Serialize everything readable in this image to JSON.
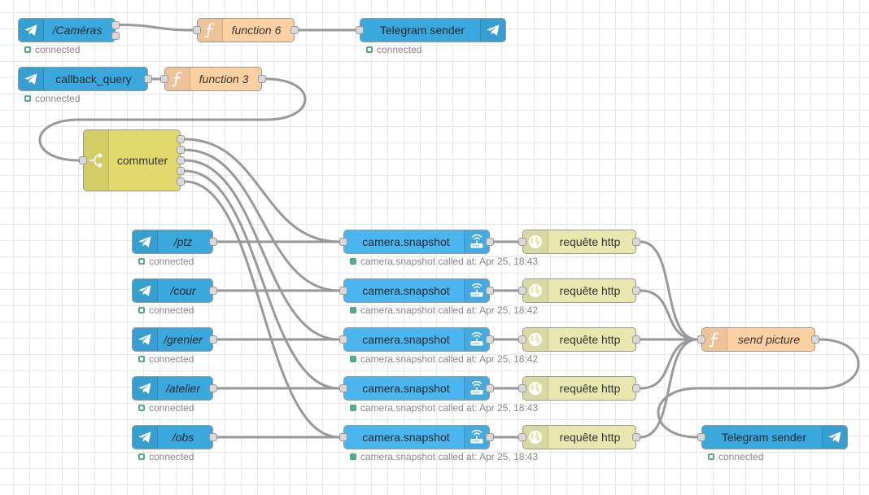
{
  "canvas": {
    "background": "#ffffff",
    "grid_color": "#e9e9e9"
  },
  "colors": {
    "telegram": "#3aa8dd",
    "function": "#fdd0a2",
    "switch": "#e2d96e",
    "camera": "#4ab5ee",
    "http": "#e7e7ae",
    "wire": "#999999",
    "status": "#55aa88"
  },
  "nodes": [
    {
      "id": "cameras",
      "type": "telegram-in",
      "label": "/Caméras",
      "italic": true,
      "icon": "telegram-icon",
      "status": "connected",
      "status_style": "ring"
    },
    {
      "id": "fn6",
      "type": "function",
      "label": "function 6",
      "italic": true,
      "icon": "function-icon"
    },
    {
      "id": "tgsend1",
      "type": "telegram-out",
      "label": "Telegram sender",
      "italic": false,
      "icon": "telegram-icon",
      "status": "connected",
      "status_style": "ring"
    },
    {
      "id": "callback",
      "type": "telegram-in",
      "label": "callback_query",
      "italic": false,
      "icon": "telegram-icon",
      "status": "connected",
      "status_style": "ring"
    },
    {
      "id": "fn3",
      "type": "function",
      "label": "function 3",
      "italic": true,
      "icon": "function-icon"
    },
    {
      "id": "commuter",
      "type": "switch",
      "label": "commuter",
      "italic": false,
      "icon": "switch-icon"
    },
    {
      "id": "ptz",
      "type": "telegram-in",
      "label": "/ptz",
      "italic": true,
      "icon": "telegram-icon",
      "status": "connected",
      "status_style": "ring"
    },
    {
      "id": "cour",
      "type": "telegram-in",
      "label": "/cour",
      "italic": true,
      "icon": "telegram-icon",
      "status": "connected",
      "status_style": "ring"
    },
    {
      "id": "grenier",
      "type": "telegram-in",
      "label": "/grenier",
      "italic": true,
      "icon": "telegram-icon",
      "status": "connected",
      "status_style": "ring"
    },
    {
      "id": "atelier",
      "type": "telegram-in",
      "label": "/atelier",
      "italic": true,
      "icon": "telegram-icon",
      "status": "connected",
      "status_style": "ring"
    },
    {
      "id": "obs",
      "type": "telegram-in",
      "label": "/obs",
      "italic": true,
      "icon": "telegram-icon",
      "status": "connected",
      "status_style": "ring"
    },
    {
      "id": "cam1",
      "type": "camera",
      "label": "camera.snapshot",
      "italic": false,
      "icon": "router-icon",
      "status": "camera.snapshot called at: Apr 25, 18:43",
      "status_style": "fill"
    },
    {
      "id": "cam2",
      "type": "camera",
      "label": "camera.snapshot",
      "italic": false,
      "icon": "router-icon",
      "status": "camera.snapshot called at: Apr 25, 18:42",
      "status_style": "fill"
    },
    {
      "id": "cam3",
      "type": "camera",
      "label": "camera.snapshot",
      "italic": false,
      "icon": "router-icon",
      "status": "camera.snapshot called at: Apr 25, 18:42",
      "status_style": "fill"
    },
    {
      "id": "cam4",
      "type": "camera",
      "label": "camera.snapshot",
      "italic": false,
      "icon": "router-icon",
      "status": "camera.snapshot called at: Apr 25, 18:43",
      "status_style": "fill"
    },
    {
      "id": "cam5",
      "type": "camera",
      "label": "camera.snapshot",
      "italic": false,
      "icon": "router-icon",
      "status": "camera.snapshot called at: Apr 25, 18:43",
      "status_style": "fill"
    },
    {
      "id": "http1",
      "type": "http",
      "label": "requête http",
      "italic": false,
      "icon": "globe-icon"
    },
    {
      "id": "http2",
      "type": "http",
      "label": "requête http",
      "italic": false,
      "icon": "globe-icon"
    },
    {
      "id": "http3",
      "type": "http",
      "label": "requête http",
      "italic": false,
      "icon": "globe-icon"
    },
    {
      "id": "http4",
      "type": "http",
      "label": "requête http",
      "italic": false,
      "icon": "globe-icon"
    },
    {
      "id": "http5",
      "type": "http",
      "label": "requête http",
      "italic": false,
      "icon": "globe-icon"
    },
    {
      "id": "sendpic",
      "type": "function",
      "label": "send picture",
      "italic": true,
      "icon": "function-icon"
    },
    {
      "id": "tgsend2",
      "type": "telegram-out",
      "label": "Telegram sender",
      "italic": false,
      "icon": "telegram-icon",
      "status": "connected",
      "status_style": "ring"
    }
  ],
  "wires": [
    {
      "from": "cameras",
      "port": 0,
      "to": "fn6"
    },
    {
      "from": "fn6",
      "port": 0,
      "to": "tgsend1"
    },
    {
      "from": "callback",
      "port": 0,
      "to": "fn3"
    },
    {
      "from": "fn3",
      "port": 0,
      "to": "commuter"
    },
    {
      "from": "commuter",
      "port": 0,
      "to": "cam1"
    },
    {
      "from": "commuter",
      "port": 1,
      "to": "cam2"
    },
    {
      "from": "commuter",
      "port": 2,
      "to": "cam3"
    },
    {
      "from": "commuter",
      "port": 3,
      "to": "cam4"
    },
    {
      "from": "commuter",
      "port": 4,
      "to": "cam5"
    },
    {
      "from": "ptz",
      "port": 0,
      "to": "cam1"
    },
    {
      "from": "cour",
      "port": 0,
      "to": "cam2"
    },
    {
      "from": "grenier",
      "port": 0,
      "to": "cam3"
    },
    {
      "from": "atelier",
      "port": 0,
      "to": "cam4"
    },
    {
      "from": "obs",
      "port": 0,
      "to": "cam5"
    },
    {
      "from": "cam1",
      "port": 0,
      "to": "http1"
    },
    {
      "from": "cam2",
      "port": 0,
      "to": "http2"
    },
    {
      "from": "cam3",
      "port": 0,
      "to": "http3"
    },
    {
      "from": "cam4",
      "port": 0,
      "to": "http4"
    },
    {
      "from": "cam5",
      "port": 0,
      "to": "http5"
    },
    {
      "from": "http1",
      "port": 0,
      "to": "sendpic"
    },
    {
      "from": "http2",
      "port": 0,
      "to": "sendpic"
    },
    {
      "from": "http3",
      "port": 0,
      "to": "sendpic"
    },
    {
      "from": "http4",
      "port": 0,
      "to": "sendpic"
    },
    {
      "from": "http5",
      "port": 0,
      "to": "sendpic"
    },
    {
      "from": "sendpic",
      "port": 0,
      "to": "tgsend2"
    }
  ]
}
